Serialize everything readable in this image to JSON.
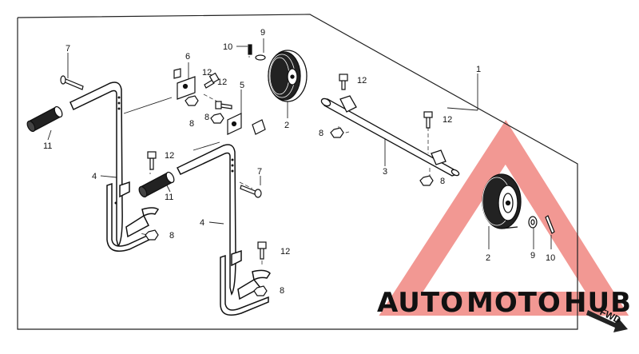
{
  "callouts": {
    "c1": "1",
    "c2a": "2",
    "c2b": "2",
    "c3": "3",
    "c4a": "4",
    "c4b": "4",
    "c5": "5",
    "c6": "6",
    "c7a": "7",
    "c7b": "7",
    "c8a": "8",
    "c8b": "8",
    "c8c": "8",
    "c8d": "8",
    "c8e": "8",
    "c8f": "8",
    "c9a": "9",
    "c9b": "9",
    "c10a": "10",
    "c10b": "10",
    "c11a": "11",
    "c11b": "11",
    "c12a": "12",
    "c12b": "12",
    "c12c": "12",
    "c12d": "12",
    "c12e": "12",
    "c12f": "12"
  },
  "watermark": {
    "part1": "AUTO",
    "part2": "MOTO",
    "part3": "HUB",
    "color1": "#f5b54a",
    "color2": "#f08a7a",
    "color3": "#5b5b5b",
    "triangle_color": "#e8433a"
  },
  "direction_label": "FWD"
}
